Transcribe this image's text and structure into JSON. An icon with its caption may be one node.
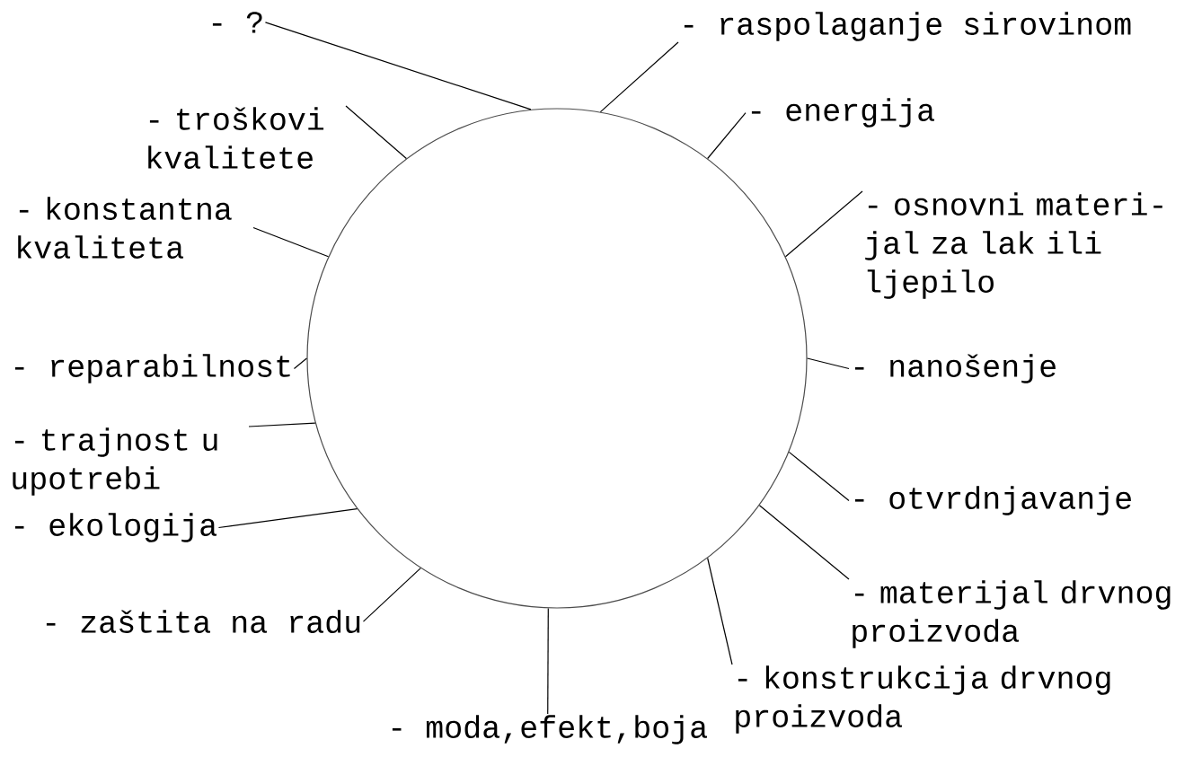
{
  "diagram": {
    "nodes": [
      {
        "text": [
          "- ?"
        ]
      },
      {
        "text": [
          "- raspolaganje sirovinom"
        ]
      },
      {
        "text": [
          "- troškovi kvalitete"
        ]
      },
      {
        "text": [
          "- konstantna kvaliteta"
        ]
      },
      {
        "text": [
          "- reparabilnost"
        ]
      },
      {
        "text": [
          "- trajnost u upotrebi"
        ]
      },
      {
        "text": [
          "- ekologija"
        ]
      },
      {
        "text": [
          "- zaštita na radu"
        ]
      },
      {
        "text": [
          "- moda,efekt,boja"
        ]
      },
      {
        "text": [
          "- konstrukcija drvnog proizvoda"
        ]
      },
      {
        "text": [
          "- materijal drvnog proizvoda"
        ]
      },
      {
        "text": [
          "- otvrdnjavanje"
        ]
      },
      {
        "text": [
          "- nanošenje"
        ]
      },
      {
        "text": [
          "- osnovni materi- jal za lak ili ljepilo"
        ]
      },
      {
        "text": [
          "- energija"
        ]
      },
      {
        "text": [],
        "shape": "circle"
      }
    ],
    "edges": [
      {
        "from": 0,
        "to": 15,
        "arrow": "none"
      },
      {
        "from": 1,
        "to": 15,
        "arrow": "none"
      },
      {
        "from": 2,
        "to": 15,
        "arrow": "none"
      },
      {
        "from": 3,
        "to": 15,
        "arrow": "none"
      },
      {
        "from": 4,
        "to": 15,
        "arrow": "none"
      },
      {
        "from": 5,
        "to": 15,
        "arrow": "none"
      },
      {
        "from": 6,
        "to": 15,
        "arrow": "none"
      },
      {
        "from": 7,
        "to": 15,
        "arrow": "none"
      },
      {
        "from": 8,
        "to": 15,
        "arrow": "none"
      },
      {
        "from": 9,
        "to": 15,
        "arrow": "none"
      },
      {
        "from": 10,
        "to": 15,
        "arrow": "none"
      },
      {
        "from": 11,
        "to": 15,
        "arrow": "none"
      },
      {
        "from": 12,
        "to": 15,
        "arrow": "none"
      },
      {
        "from": 13,
        "to": 15,
        "arrow": "none"
      },
      {
        "from": 14,
        "to": 15,
        "arrow": "none"
      }
    ]
  }
}
